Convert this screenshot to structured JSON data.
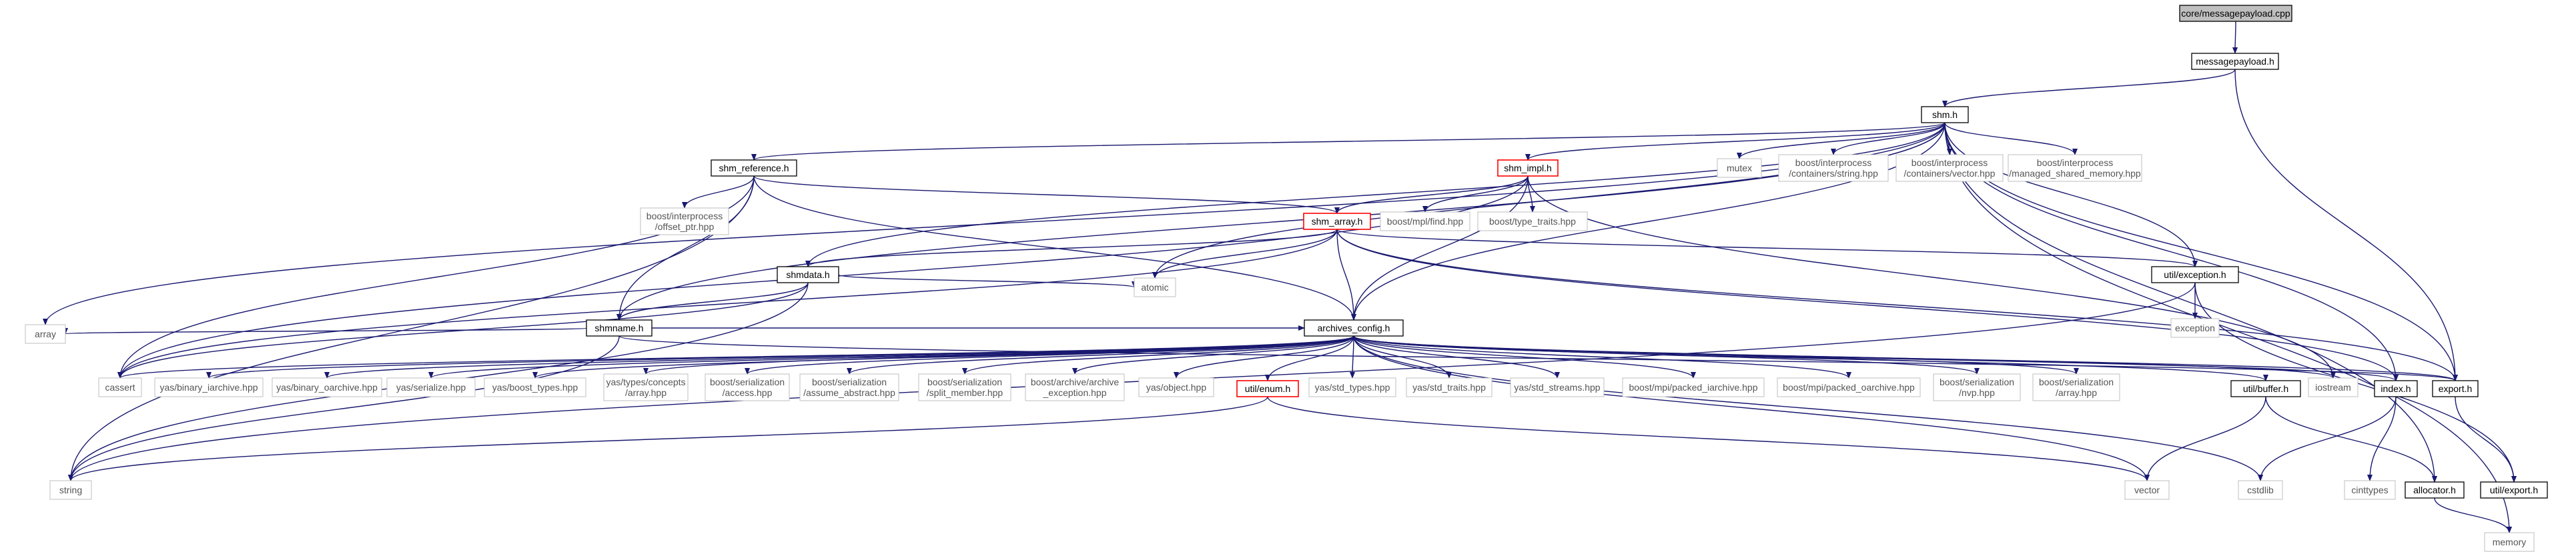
{
  "colors": {
    "edge": "#191970",
    "root_fill": "#bfbfbf",
    "node_border": "#000000",
    "node_fill": "#ffffff",
    "red_border": "#ff0000",
    "grey_border": "#bfbfbf",
    "grey_text": "#555555"
  },
  "nodes": [
    {
      "id": "root",
      "lines": [
        "core/messagepayload.cpp"
      ],
      "style": "root"
    },
    {
      "id": "messagepayload",
      "lines": [
        "messagepayload.h"
      ],
      "style": "normal"
    },
    {
      "id": "shm",
      "lines": [
        "shm.h"
      ],
      "style": "normal"
    },
    {
      "id": "shm_reference",
      "lines": [
        "shm_reference.h"
      ],
      "style": "normal"
    },
    {
      "id": "shm_impl",
      "lines": [
        "shm_impl.h"
      ],
      "style": "red"
    },
    {
      "id": "mutex",
      "lines": [
        "mutex"
      ],
      "style": "grey"
    },
    {
      "id": "bi_string",
      "lines": [
        "boost/interprocess",
        "/containers/string.hpp"
      ],
      "style": "grey"
    },
    {
      "id": "bi_vector",
      "lines": [
        "boost/interprocess",
        "/containers/vector.hpp"
      ],
      "style": "grey"
    },
    {
      "id": "bi_msm",
      "lines": [
        "boost/interprocess",
        "/managed_shared_memory.hpp"
      ],
      "style": "grey"
    },
    {
      "id": "bi_offset",
      "lines": [
        "boost/interprocess",
        "/offset_ptr.hpp"
      ],
      "style": "grey"
    },
    {
      "id": "shm_array",
      "lines": [
        "shm_array.h"
      ],
      "style": "red"
    },
    {
      "id": "mpl_find",
      "lines": [
        "boost/mpl/find.hpp"
      ],
      "style": "grey"
    },
    {
      "id": "type_traits",
      "lines": [
        "boost/type_traits.hpp"
      ],
      "style": "grey"
    },
    {
      "id": "shmdata",
      "lines": [
        "shmdata.h"
      ],
      "style": "normal"
    },
    {
      "id": "util_exception",
      "lines": [
        "util/exception.h"
      ],
      "style": "normal"
    },
    {
      "id": "exception",
      "lines": [
        "exception"
      ],
      "style": "grey"
    },
    {
      "id": "atomic",
      "lines": [
        "atomic"
      ],
      "style": "grey"
    },
    {
      "id": "shmname",
      "lines": [
        "shmname.h"
      ],
      "style": "normal"
    },
    {
      "id": "array",
      "lines": [
        "array"
      ],
      "style": "grey"
    },
    {
      "id": "archives_config",
      "lines": [
        "archives_config.h"
      ],
      "style": "normal"
    },
    {
      "id": "cassert",
      "lines": [
        "cassert"
      ],
      "style": "grey"
    },
    {
      "id": "yas_bin_i",
      "lines": [
        "yas/binary_iarchive.hpp"
      ],
      "style": "grey"
    },
    {
      "id": "yas_bin_o",
      "lines": [
        "yas/binary_oarchive.hpp"
      ],
      "style": "grey"
    },
    {
      "id": "yas_serialize",
      "lines": [
        "yas/serialize.hpp"
      ],
      "style": "grey"
    },
    {
      "id": "yas_boost_types",
      "lines": [
        "yas/boost_types.hpp"
      ],
      "style": "grey"
    },
    {
      "id": "yas_concepts",
      "lines": [
        "yas/types/concepts",
        "/array.hpp"
      ],
      "style": "grey"
    },
    {
      "id": "bs_access",
      "lines": [
        "boost/serialization",
        "/access.hpp"
      ],
      "style": "grey"
    },
    {
      "id": "bs_assume",
      "lines": [
        "boost/serialization",
        "/assume_abstract.hpp"
      ],
      "style": "grey"
    },
    {
      "id": "bs_split",
      "lines": [
        "boost/serialization",
        "/split_member.hpp"
      ],
      "style": "grey"
    },
    {
      "id": "ba_exception",
      "lines": [
        "boost/archive/archive",
        "_exception.hpp"
      ],
      "style": "grey"
    },
    {
      "id": "yas_object",
      "lines": [
        "yas/object.hpp"
      ],
      "style": "grey"
    },
    {
      "id": "util_enum",
      "lines": [
        "util/enum.h"
      ],
      "style": "red"
    },
    {
      "id": "yas_std_types",
      "lines": [
        "yas/std_types.hpp"
      ],
      "style": "grey"
    },
    {
      "id": "yas_std_traits",
      "lines": [
        "yas/std_traits.hpp"
      ],
      "style": "grey"
    },
    {
      "id": "yas_std_streams",
      "lines": [
        "yas/std_streams.hpp"
      ],
      "style": "grey"
    },
    {
      "id": "mpi_packed_i",
      "lines": [
        "boost/mpi/packed_iarchive.hpp"
      ],
      "style": "grey"
    },
    {
      "id": "mpi_packed_o",
      "lines": [
        "boost/mpi/packed_oarchive.hpp"
      ],
      "style": "grey"
    },
    {
      "id": "bs_nvp",
      "lines": [
        "boost/serialization",
        "/nvp.hpp"
      ],
      "style": "grey"
    },
    {
      "id": "bs_array",
      "lines": [
        "boost/serialization",
        "/array.hpp"
      ],
      "style": "grey"
    },
    {
      "id": "util_buffer",
      "lines": [
        "util/buffer.h"
      ],
      "style": "normal"
    },
    {
      "id": "iostream",
      "lines": [
        "iostream"
      ],
      "style": "grey"
    },
    {
      "id": "index",
      "lines": [
        "index.h"
      ],
      "style": "normal"
    },
    {
      "id": "export_h",
      "lines": [
        "export.h"
      ],
      "style": "normal"
    },
    {
      "id": "string",
      "lines": [
        "string"
      ],
      "style": "grey"
    },
    {
      "id": "vector",
      "lines": [
        "vector"
      ],
      "style": "grey"
    },
    {
      "id": "cstdlib",
      "lines": [
        "cstdlib"
      ],
      "style": "grey"
    },
    {
      "id": "allocator",
      "lines": [
        "allocator.h"
      ],
      "style": "normal"
    },
    {
      "id": "cinttypes",
      "lines": [
        "cinttypes"
      ],
      "style": "grey"
    },
    {
      "id": "util_export",
      "lines": [
        "util/export.h"
      ],
      "style": "normal"
    },
    {
      "id": "memory",
      "lines": [
        "memory"
      ],
      "style": "grey"
    }
  ],
  "edges": [
    [
      "root",
      "messagepayload"
    ],
    [
      "messagepayload",
      "shm"
    ],
    [
      "messagepayload",
      "export_h"
    ],
    [
      "shm",
      "shm_reference"
    ],
    [
      "shm",
      "shm_impl"
    ],
    [
      "shm",
      "mutex"
    ],
    [
      "shm",
      "bi_string"
    ],
    [
      "shm",
      "bi_vector"
    ],
    [
      "shm",
      "bi_msm"
    ],
    [
      "shm",
      "shmdata"
    ],
    [
      "shm",
      "util_exception"
    ],
    [
      "shm",
      "atomic"
    ],
    [
      "shm",
      "shmname"
    ],
    [
      "shm",
      "array"
    ],
    [
      "shm",
      "archives_config"
    ],
    [
      "shm",
      "index"
    ],
    [
      "shm",
      "export_h"
    ],
    [
      "shm",
      "allocator"
    ],
    [
      "shm",
      "memory"
    ],
    [
      "shm_reference",
      "bi_offset"
    ],
    [
      "shm_reference",
      "shm_array"
    ],
    [
      "shm_reference",
      "shmname"
    ],
    [
      "shm_reference",
      "archives_config"
    ],
    [
      "shm_reference",
      "cassert"
    ],
    [
      "shm_reference",
      "string"
    ],
    [
      "shm_impl",
      "shm_array"
    ],
    [
      "shm_impl",
      "mpl_find"
    ],
    [
      "shm_impl",
      "type_traits"
    ],
    [
      "shm_impl",
      "archives_config"
    ],
    [
      "shm_impl",
      "cassert"
    ],
    [
      "shm_impl",
      "iostream"
    ],
    [
      "shm_array",
      "shmdata"
    ],
    [
      "shm_array",
      "util_exception"
    ],
    [
      "shm_array",
      "atomic"
    ],
    [
      "shm_array",
      "archives_config"
    ],
    [
      "shm_array",
      "cassert"
    ],
    [
      "shm_array",
      "export_h"
    ],
    [
      "shm_array",
      "index"
    ],
    [
      "shmdata",
      "shmname"
    ],
    [
      "shmdata",
      "atomic"
    ],
    [
      "shmdata",
      "cassert"
    ],
    [
      "shmdata",
      "string"
    ],
    [
      "util_exception",
      "exception"
    ],
    [
      "util_exception",
      "string"
    ],
    [
      "util_exception",
      "util_export"
    ],
    [
      "shmname",
      "array"
    ],
    [
      "shmname",
      "archives_config"
    ],
    [
      "shmname",
      "export_h"
    ],
    [
      "shmname",
      "string"
    ],
    [
      "archives_config",
      "cassert"
    ],
    [
      "archives_config",
      "yas_bin_i"
    ],
    [
      "archives_config",
      "yas_bin_o"
    ],
    [
      "archives_config",
      "yas_serialize"
    ],
    [
      "archives_config",
      "yas_boost_types"
    ],
    [
      "archives_config",
      "yas_concepts"
    ],
    [
      "archives_config",
      "bs_access"
    ],
    [
      "archives_config",
      "bs_assume"
    ],
    [
      "archives_config",
      "bs_split"
    ],
    [
      "archives_config",
      "ba_exception"
    ],
    [
      "archives_config",
      "yas_object"
    ],
    [
      "archives_config",
      "util_enum"
    ],
    [
      "archives_config",
      "yas_std_types"
    ],
    [
      "archives_config",
      "yas_std_traits"
    ],
    [
      "archives_config",
      "yas_std_streams"
    ],
    [
      "archives_config",
      "mpi_packed_i"
    ],
    [
      "archives_config",
      "mpi_packed_o"
    ],
    [
      "archives_config",
      "bs_nvp"
    ],
    [
      "archives_config",
      "bs_array"
    ],
    [
      "archives_config",
      "util_buffer"
    ],
    [
      "archives_config",
      "iostream"
    ],
    [
      "archives_config",
      "index"
    ],
    [
      "archives_config",
      "export_h"
    ],
    [
      "archives_config",
      "vector"
    ],
    [
      "archives_config",
      "cstdlib"
    ],
    [
      "util_enum",
      "string"
    ],
    [
      "util_enum",
      "vector"
    ],
    [
      "util_buffer",
      "vector"
    ],
    [
      "util_buffer",
      "allocator"
    ],
    [
      "index",
      "cinttypes"
    ],
    [
      "index",
      "cstdlib"
    ],
    [
      "export_h",
      "util_export"
    ],
    [
      "allocator",
      "memory"
    ]
  ]
}
